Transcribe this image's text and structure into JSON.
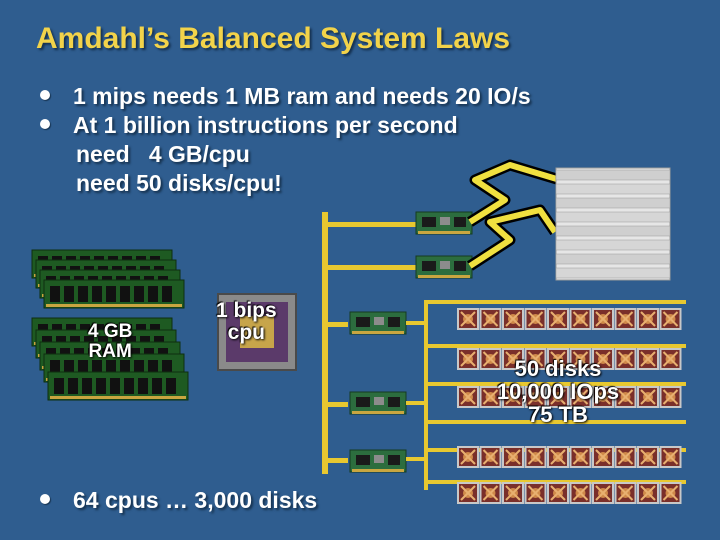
{
  "slide": {
    "title": "Amdahl’s Balanced System Laws",
    "bullets": [
      "1 mips needs 1 MB ram and needs 20 IO/s",
      "At 1 billion instructions per second"
    ],
    "sub_lines": [
      "need   4 GB/cpu",
      "need 50 disks/cpu!"
    ],
    "ram_label": [
      "4 GB",
      "RAM"
    ],
    "cpu_label": [
      "1 bips",
      "cpu"
    ],
    "disks_label": [
      "50 disks",
      "10,000 IOps",
      "75 TB"
    ],
    "bottom_bullet": "64 cpus … 3,000 disks"
  },
  "colors": {
    "background": "#2f5d8f",
    "title": "#f2d34a",
    "bus": "#e8c830"
  },
  "icons": [
    "memory-module-icon",
    "cpu-chip-icon",
    "network-card-icon",
    "server-rack-icon",
    "disk-icon"
  ]
}
